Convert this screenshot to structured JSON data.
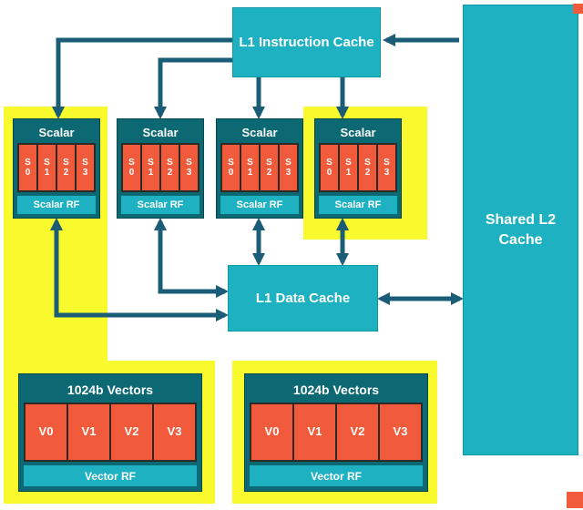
{
  "colors": {
    "teal": "#1db1c2",
    "dark_teal": "#0c6873",
    "orange": "#f15b3b",
    "yellow": "#f8fa2e",
    "arrow": "#1b5c77"
  },
  "boxes": {
    "l1_instruction_cache": "L1 Instruction Cache",
    "l1_data_cache": "L1 Data Cache",
    "shared_l2_cache": "Shared L2 Cache"
  },
  "scalar_units": [
    {
      "title": "Scalar",
      "rf": "Scalar RF",
      "cells": [
        {
          "line1": "S",
          "line2": "0"
        },
        {
          "line1": "S",
          "line2": "1"
        },
        {
          "line1": "S",
          "line2": "2"
        },
        {
          "line1": "S",
          "line2": "3"
        }
      ]
    },
    {
      "title": "Scalar",
      "rf": "Scalar RF",
      "cells": [
        {
          "line1": "S",
          "line2": "0"
        },
        {
          "line1": "S",
          "line2": "1"
        },
        {
          "line1": "S",
          "line2": "2"
        },
        {
          "line1": "S",
          "line2": "3"
        }
      ]
    },
    {
      "title": "Scalar",
      "rf": "Scalar RF",
      "cells": [
        {
          "line1": "S",
          "line2": "0"
        },
        {
          "line1": "S",
          "line2": "1"
        },
        {
          "line1": "S",
          "line2": "2"
        },
        {
          "line1": "S",
          "line2": "3"
        }
      ]
    },
    {
      "title": "Scalar",
      "rf": "Scalar RF",
      "cells": [
        {
          "line1": "S",
          "line2": "0"
        },
        {
          "line1": "S",
          "line2": "1"
        },
        {
          "line1": "S",
          "line2": "2"
        },
        {
          "line1": "S",
          "line2": "3"
        }
      ]
    }
  ],
  "vector_units": [
    {
      "title": "1024b Vectors",
      "rf": "Vector RF",
      "cells": [
        "V0",
        "V1",
        "V2",
        "V3"
      ]
    },
    {
      "title": "1024b Vectors",
      "rf": "Vector RF",
      "cells": [
        "V0",
        "V1",
        "V2",
        "V3"
      ]
    }
  ]
}
